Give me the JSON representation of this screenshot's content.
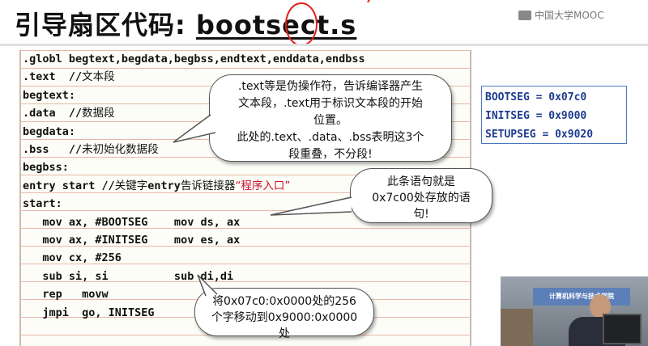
{
  "title": {
    "prefix": "引导扇区代码: ",
    "filename": "bootsect.s"
  },
  "watermark": {
    "text": "中国大学MOOC"
  },
  "code_lines": [
    [
      {
        "t": ".globl begtext,begdata,begbss,endtext,enddata,endbss"
      }
    ],
    [
      {
        "t": ".text  //"
      },
      {
        "t": "文本段",
        "c": "cn"
      }
    ],
    [
      {
        "t": "begtext:"
      }
    ],
    [
      {
        "t": ".data  //"
      },
      {
        "t": "数据段",
        "c": "cn"
      }
    ],
    [
      {
        "t": "begdata:"
      }
    ],
    [
      {
        "t": ".bss   //"
      },
      {
        "t": "未初始化数据段",
        "c": "cn"
      }
    ],
    [
      {
        "t": "begbss:"
      }
    ],
    [
      {
        "t": "entry start //"
      },
      {
        "t": "关键字",
        "c": "cn"
      },
      {
        "t": "entry"
      },
      {
        "t": "告诉链接器",
        "c": "cn"
      },
      {
        "t": "“程序入口”",
        "c": "cn red"
      }
    ],
    [
      {
        "t": "start:"
      }
    ],
    [
      {
        "t": "   mov ax, #BOOTSEG    mov ds, ax"
      }
    ],
    [
      {
        "t": "   mov ax, #INITSEG    mov es, ax"
      }
    ],
    [
      {
        "t": "   mov cx, #256"
      }
    ],
    [
      {
        "t": "   sub si, si          sub di,di"
      }
    ],
    [
      {
        "t": "   rep   movw"
      }
    ],
    [
      {
        "t": "   jmpi  go, INITSEG"
      }
    ]
  ],
  "bubbles": {
    "pseudo_ops": [
      ".text等是伪操作符，告诉编译器产生",
      "文本段，.text用于标识文本段的开始",
      "位置。",
      "此处的.text、.data、.bss表明这3个",
      "段重叠，不分段!"
    ],
    "storage": [
      "此条语句就是",
      "0x7c00处存放的语",
      "句!"
    ],
    "move": [
      "将0x07c0:0x0000处的256",
      "个字移动到0x9000:0x0000",
      "处"
    ]
  },
  "segments": [
    "BOOTSEG = 0x07c0",
    "INITSEG = 0x9000",
    "SETUPSEG = 0x9020"
  ],
  "video": {
    "banner": "计算机科学与技术学院"
  },
  "colors": {
    "red": "#c8102e",
    "seg_text": "#1e3c8f",
    "seg_border": "#4a78c0"
  }
}
